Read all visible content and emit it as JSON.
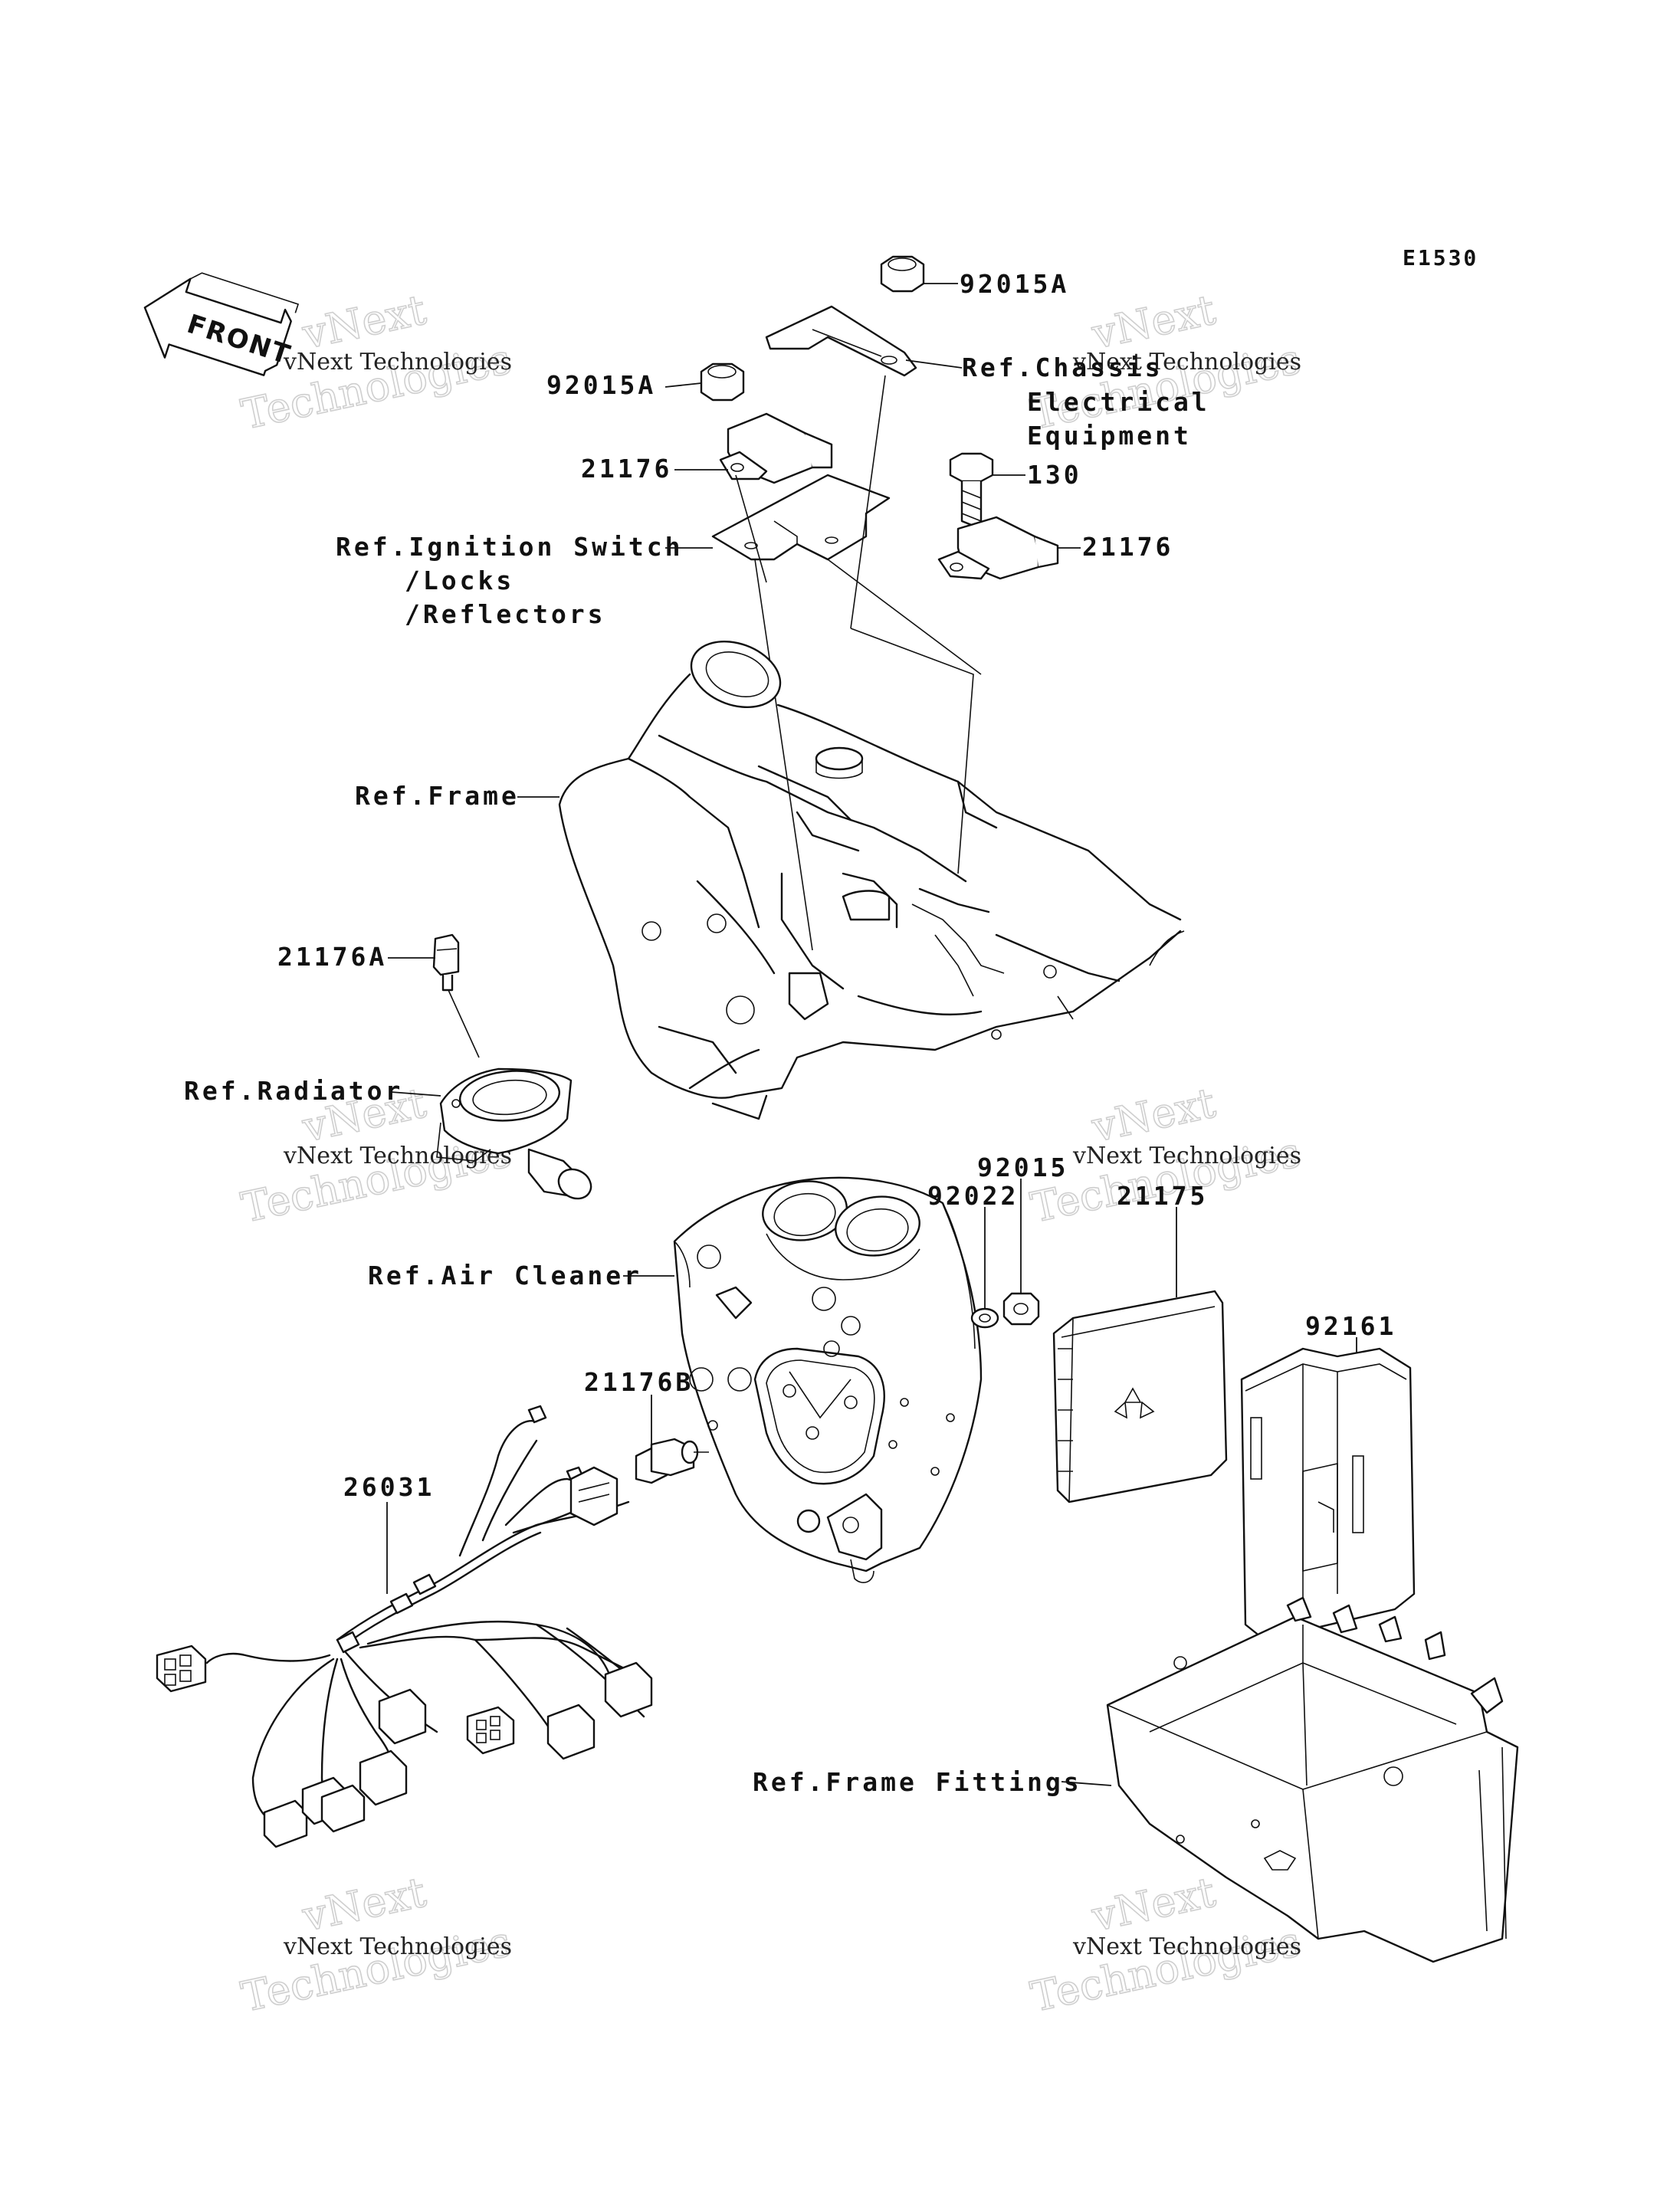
{
  "diagram_code": "E1530",
  "front_arrow": "FRONT",
  "watermark": {
    "line1": "vNext Technologies",
    "line2": "vNext",
    "line3": "Technologies"
  },
  "labels": {
    "nut_top": "92015A",
    "nut_left": "92015A",
    "ref_chassis": [
      "Ref.Chassis",
      "Electrical",
      "Equipment"
    ],
    "sensor_left": "21176",
    "bolt": "130",
    "sensor_right": "21176",
    "ref_ignition": [
      "Ref.Ignition Switch",
      "/Locks",
      "/Reflectors"
    ],
    "ref_frame": "Ref.Frame",
    "sensor_radiator": "21176A",
    "ref_radiator": "Ref.Radiator",
    "nut_small": "92015",
    "washer": "92022",
    "ecu": "21175",
    "ecu_cover": "92161",
    "ref_air_cleaner": "Ref.Air Cleaner",
    "sensor_air": "21176B",
    "harness": "26031",
    "ref_frame_fittings": "Ref.Frame Fittings"
  }
}
